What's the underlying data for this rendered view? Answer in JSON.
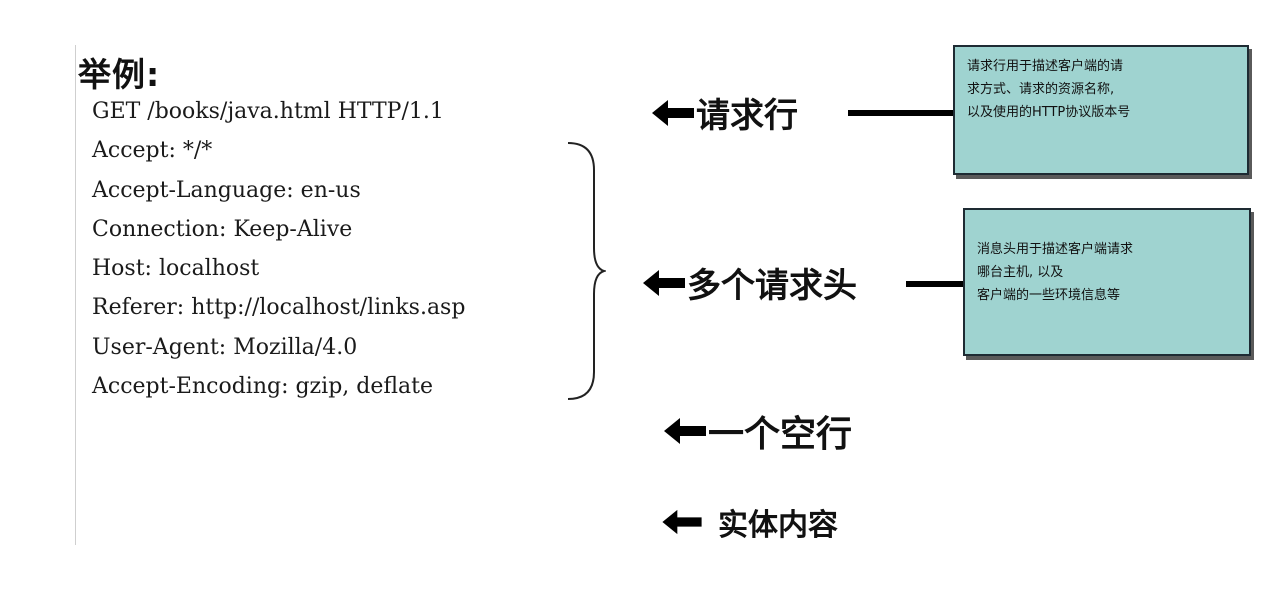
{
  "title": "举例:",
  "request_lines": [
    "GET /books/java.html HTTP/1.1",
    "Accept: */*",
    "Accept-Language: en-us",
    "Connection: Keep-Alive",
    "Host: localhost",
    "Referer: http://localhost/links.asp",
    "User-Agent: Mozilla/4.0",
    "Accept-Encoding: gzip, deflate"
  ],
  "labels": {
    "request_line": "请求行",
    "headers": "多个请求头",
    "blank_line": "一个空行",
    "body": "实体内容"
  },
  "notes": {
    "request_line": [
      "请求行用于描述客户端的请",
      "求方式、请求的资源名称,",
      "以及使用的HTTP协议版本号"
    ],
    "headers": [
      "消息头用于描述客户端请求",
      "哪台主机, 以及",
      "客户端的一些环境信息等"
    ]
  },
  "colors": {
    "note_fill": "#9fd3d0",
    "note_border": "#1e2b33",
    "arrow": "#000000"
  }
}
